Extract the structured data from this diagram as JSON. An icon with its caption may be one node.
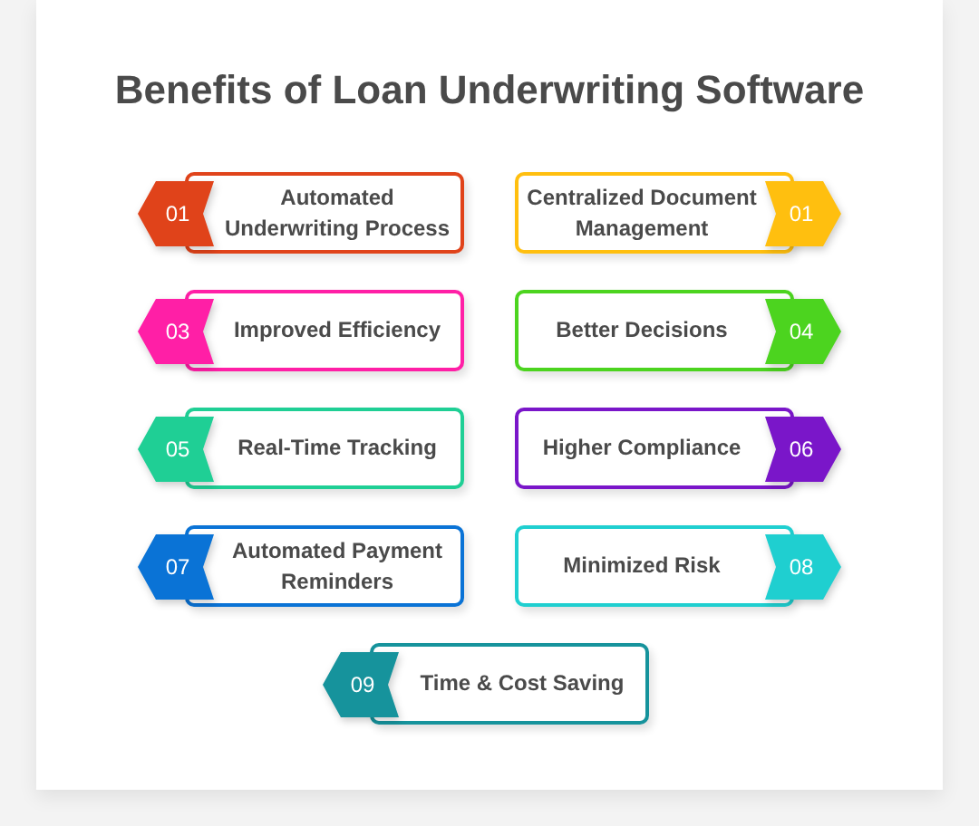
{
  "diagram": {
    "title": "Benefits of Loan Underwriting Software",
    "nodes": [
      {
        "text": [
          "Automated Underwriting Process"
        ]
      },
      {
        "text": [
          "01"
        ]
      },
      {
        "text": [
          "Centralized Document Management"
        ]
      },
      {
        "text": [
          "01"
        ]
      },
      {
        "text": [
          "Improved Efficiency"
        ]
      },
      {
        "text": [
          "03"
        ]
      },
      {
        "text": [
          "Better Decisions"
        ]
      },
      {
        "text": [
          "04"
        ]
      },
      {
        "text": [
          "Real-Time Tracking"
        ]
      },
      {
        "text": [
          "05"
        ]
      },
      {
        "text": [
          "Higher Compliance"
        ]
      },
      {
        "text": [
          "06"
        ]
      },
      {
        "text": [
          "Automated Payment Reminders"
        ]
      },
      {
        "text": [
          "07"
        ]
      },
      {
        "text": [
          "Minimized Risk"
        ]
      },
      {
        "text": [
          "08"
        ]
      },
      {
        "text": [
          "Time & Cost Saving"
        ]
      },
      {
        "text": [
          "09"
        ]
      }
    ]
  }
}
